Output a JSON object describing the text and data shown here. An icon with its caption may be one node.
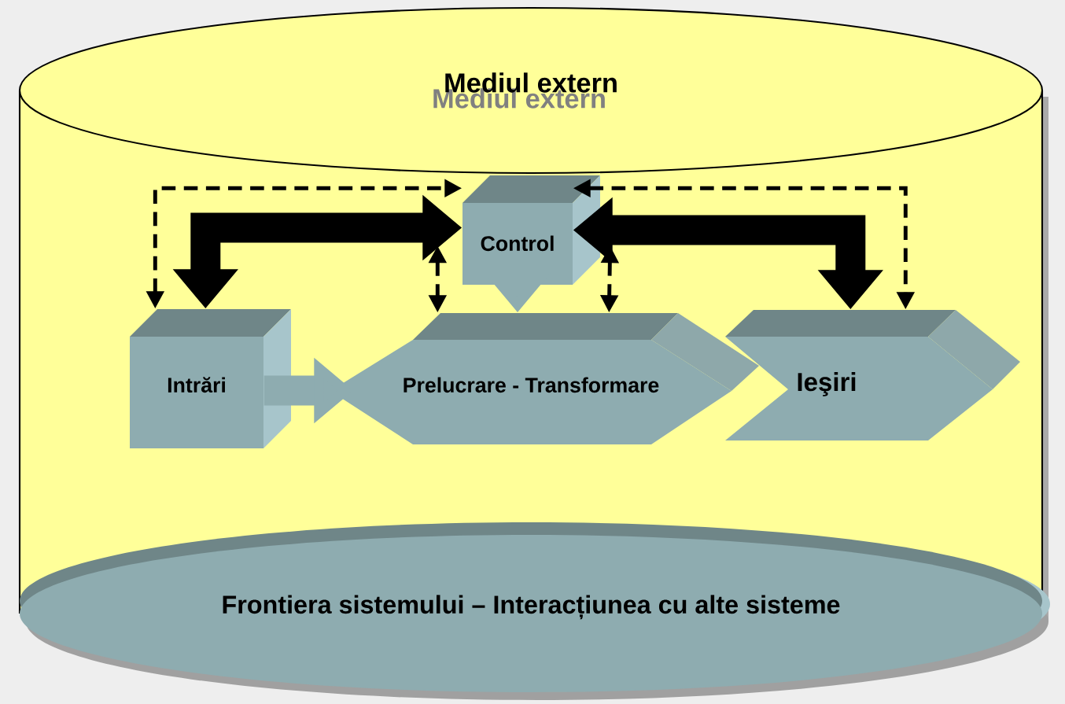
{
  "diagram": {
    "nodes": [
      {
        "text": [
          "Mediul extern",
          "Mediul extern"
        ]
      },
      {
        "text": [
          "Control"
        ],
        "in": 0
      },
      {
        "text": [
          "Intrări"
        ],
        "in": 0
      },
      {
        "text": [
          "Prelucrare - Transformare"
        ],
        "in": 0
      },
      {
        "text": [
          "Ieşiri"
        ],
        "in": 0
      },
      {
        "text": [
          "Frontiera sistemului – Interacțiunea cu alte sisteme"
        ]
      }
    ],
    "edges": [
      {
        "from": 2,
        "to": 3,
        "arrow": "to",
        "style": "thick",
        "color": "#8eacb0"
      },
      {
        "from": 1,
        "to": 3,
        "arrow": "to",
        "style": "thick",
        "color": "#8eacb0"
      },
      {
        "from": 2,
        "to": 1,
        "arrow": "both",
        "style": "thick"
      },
      {
        "from": 1,
        "to": 4,
        "arrow": "both",
        "style": "thick"
      },
      {
        "from": 2,
        "to": 1,
        "arrow": "both",
        "style": "dashed"
      },
      {
        "from": 1,
        "to": 4,
        "arrow": "both",
        "style": "dashed"
      },
      {
        "from": 1,
        "to": 3,
        "arrow": "both",
        "style": "dashed"
      },
      {
        "from": 1,
        "to": 3,
        "arrow": "both",
        "style": "dashed"
      }
    ]
  }
}
